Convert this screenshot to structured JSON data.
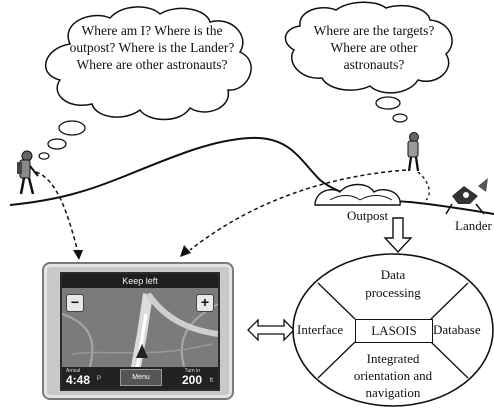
{
  "thought_left": "Where am I? Where is the outpost? Where is the Lander? Where are other astronauts?",
  "thought_right": "Where are the targets? Where are other astronauts?",
  "labels": {
    "outpost": "Outpost",
    "lander": "Lander"
  },
  "gps": {
    "instruction": "Keep left",
    "zoom_in": "+",
    "zoom_out": "−",
    "arrival_label": "Arrival",
    "arrival_time": "4:48",
    "arrival_suffix": "P",
    "menu": "Menu",
    "turn_label": "Turn in",
    "turn_distance": "200",
    "turn_unit": "ft"
  },
  "system": {
    "center": "LASOIS",
    "top": "Data processing",
    "left": "Interface",
    "right": "Database",
    "bottom": "Integrated orientation and navigation"
  },
  "colors": {
    "line": "#111111",
    "device_frame": "#c9c9c9",
    "device_screen": "#6f6f6f"
  }
}
